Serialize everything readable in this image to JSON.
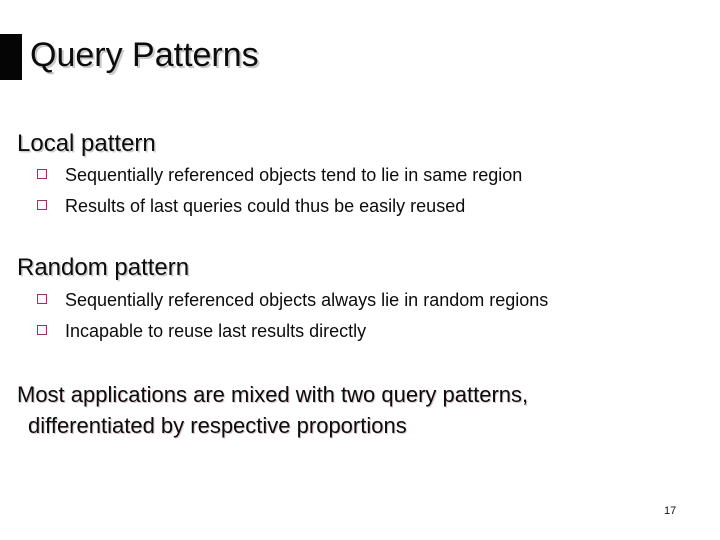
{
  "slide": {
    "title": "Query Patterns",
    "accent_color": "#993366",
    "title_block_color": "#050505",
    "sections": [
      {
        "heading": "Local pattern",
        "bullets": [
          "Sequentially referenced objects tend to lie in same region",
          "Results of last queries could thus be easily reused"
        ]
      },
      {
        "heading": "Random pattern",
        "bullets": [
          "Sequentially referenced objects always lie in random regions",
          "Incapable to reuse last results directly"
        ]
      }
    ],
    "summary_lines": [
      "Most applications are mixed with two query patterns,",
      "differentiated by respective proportions"
    ],
    "page_number": "17"
  }
}
